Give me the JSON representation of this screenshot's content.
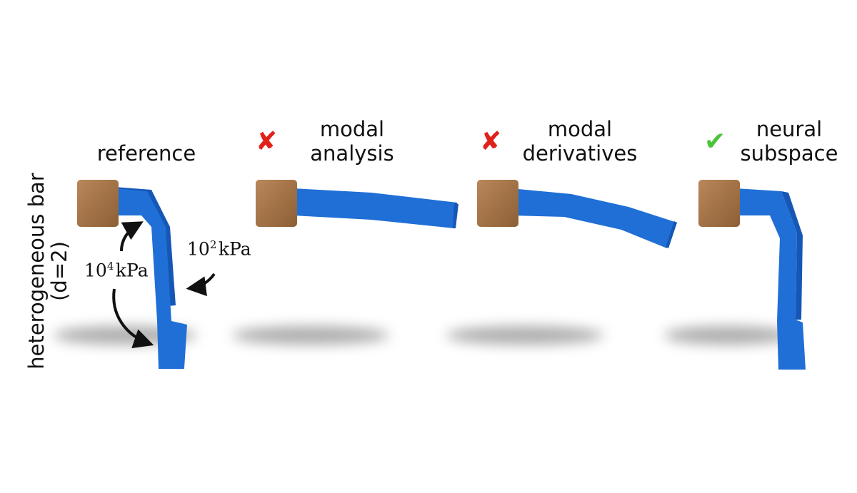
{
  "side_label": {
    "line1": "heterogeneous bar",
    "line2": "(d=2)"
  },
  "panels": [
    {
      "id": "reference",
      "label_line1": "reference",
      "label_line2": "",
      "status": "none",
      "status_icon": ""
    },
    {
      "id": "modal-analysis",
      "label_line1": "modal",
      "label_line2": "analysis",
      "status": "bad",
      "status_icon": "cross-icon"
    },
    {
      "id": "modal-derivatives",
      "label_line1": "modal",
      "label_line2": "derivatives",
      "status": "bad",
      "status_icon": "cross-icon"
    },
    {
      "id": "neural-subspace",
      "label_line1": "neural",
      "label_line2": "subspace",
      "status": "good",
      "status_icon": "check-icon"
    }
  ],
  "stiffness": {
    "stiff_base": "10",
    "stiff_exp": "4",
    "stiff_unit": "kPa",
    "soft_base": "10",
    "soft_exp": "2",
    "soft_unit": "kPa"
  },
  "colors": {
    "bar": "#1f6fd6",
    "bar_shade": "#1657b5",
    "block": "#a87545",
    "cross": "#e0221b",
    "check": "#4cc43a"
  }
}
